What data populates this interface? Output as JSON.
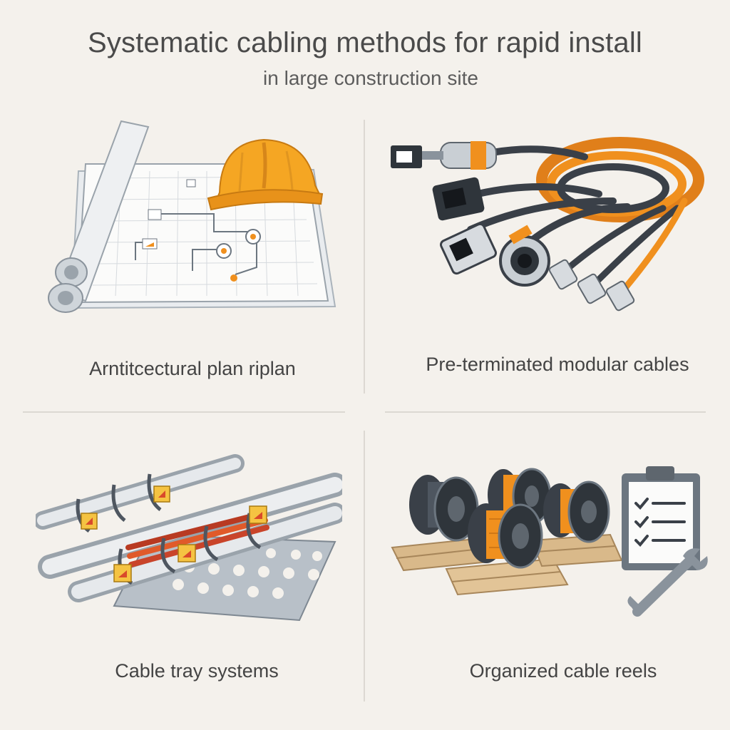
{
  "header": {
    "title": "Systematic cabling methods for rapid install",
    "subtitle": "in large construction site"
  },
  "panels": [
    {
      "caption": "Arntitcectural plan riplan",
      "icon": "blueprint-with-hard-hat-illustration"
    },
    {
      "caption": "Pre-terminated modular cables",
      "icon": "cable-bundle-connectors-illustration"
    },
    {
      "caption": "Cable tray systems",
      "icon": "cable-tray-pipes-illustration"
    },
    {
      "caption": "Organized cable reels",
      "icon": "cable-reels-pallets-checklist-illustration"
    }
  ],
  "colors": {
    "background": "#f4f1ec",
    "accent_orange": "#f0901e",
    "dark_cable": "#3a4048",
    "steel": "#b8c0c8",
    "wood": "#d9b98a"
  }
}
